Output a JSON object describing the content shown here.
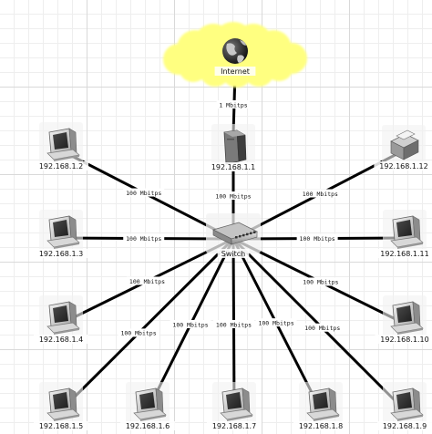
{
  "internet": {
    "label": "Internet"
  },
  "switch": {
    "label": "Switch"
  },
  "router": {
    "label": "192.168.1.1",
    "link_label": "1 Mbitps"
  },
  "nodes": [
    {
      "id": "pc-1-2",
      "label": "192.168.1.2",
      "icon": "computer-icon",
      "link_label": "100 Mbitps"
    },
    {
      "id": "pc-1-3",
      "label": "192.168.1.3",
      "icon": "computer-icon",
      "link_label": "100 Mbitps"
    },
    {
      "id": "pc-1-4",
      "label": "192.168.1.4",
      "icon": "computer-icon",
      "link_label": "100 Mbitps"
    },
    {
      "id": "pc-1-5",
      "label": "192.168.1.5",
      "icon": "computer-icon",
      "link_label": "100 Mbitps"
    },
    {
      "id": "pc-1-6",
      "label": "192.168.1.6",
      "icon": "computer-icon",
      "link_label": "100 Mbitps"
    },
    {
      "id": "pc-1-7",
      "label": "192.168.1.7",
      "icon": "computer-icon",
      "link_label": "100 Mbitps"
    },
    {
      "id": "pc-1-8",
      "label": "192.168.1.8",
      "icon": "computer-icon",
      "link_label": "100 Mbitps"
    },
    {
      "id": "pc-1-9",
      "label": "192.168.1.9",
      "icon": "computer-icon",
      "link_label": "100 Mbitps"
    },
    {
      "id": "pc-1-10",
      "label": "192.168.1.10",
      "icon": "computer-icon",
      "link_label": "100 Mbitps"
    },
    {
      "id": "pc-1-11",
      "label": "192.168.1.11",
      "icon": "computer-icon",
      "link_label": "100 Mbitps"
    },
    {
      "id": "printer-1-12",
      "label": "192.168.1.12",
      "icon": "printer-icon",
      "link_label": "100 Mbitps"
    }
  ],
  "switch_router_link_label": "100 Mbitps",
  "colors": {
    "cloud": "#ffff80",
    "link": "#000000",
    "grid": "#d9d9d9"
  }
}
